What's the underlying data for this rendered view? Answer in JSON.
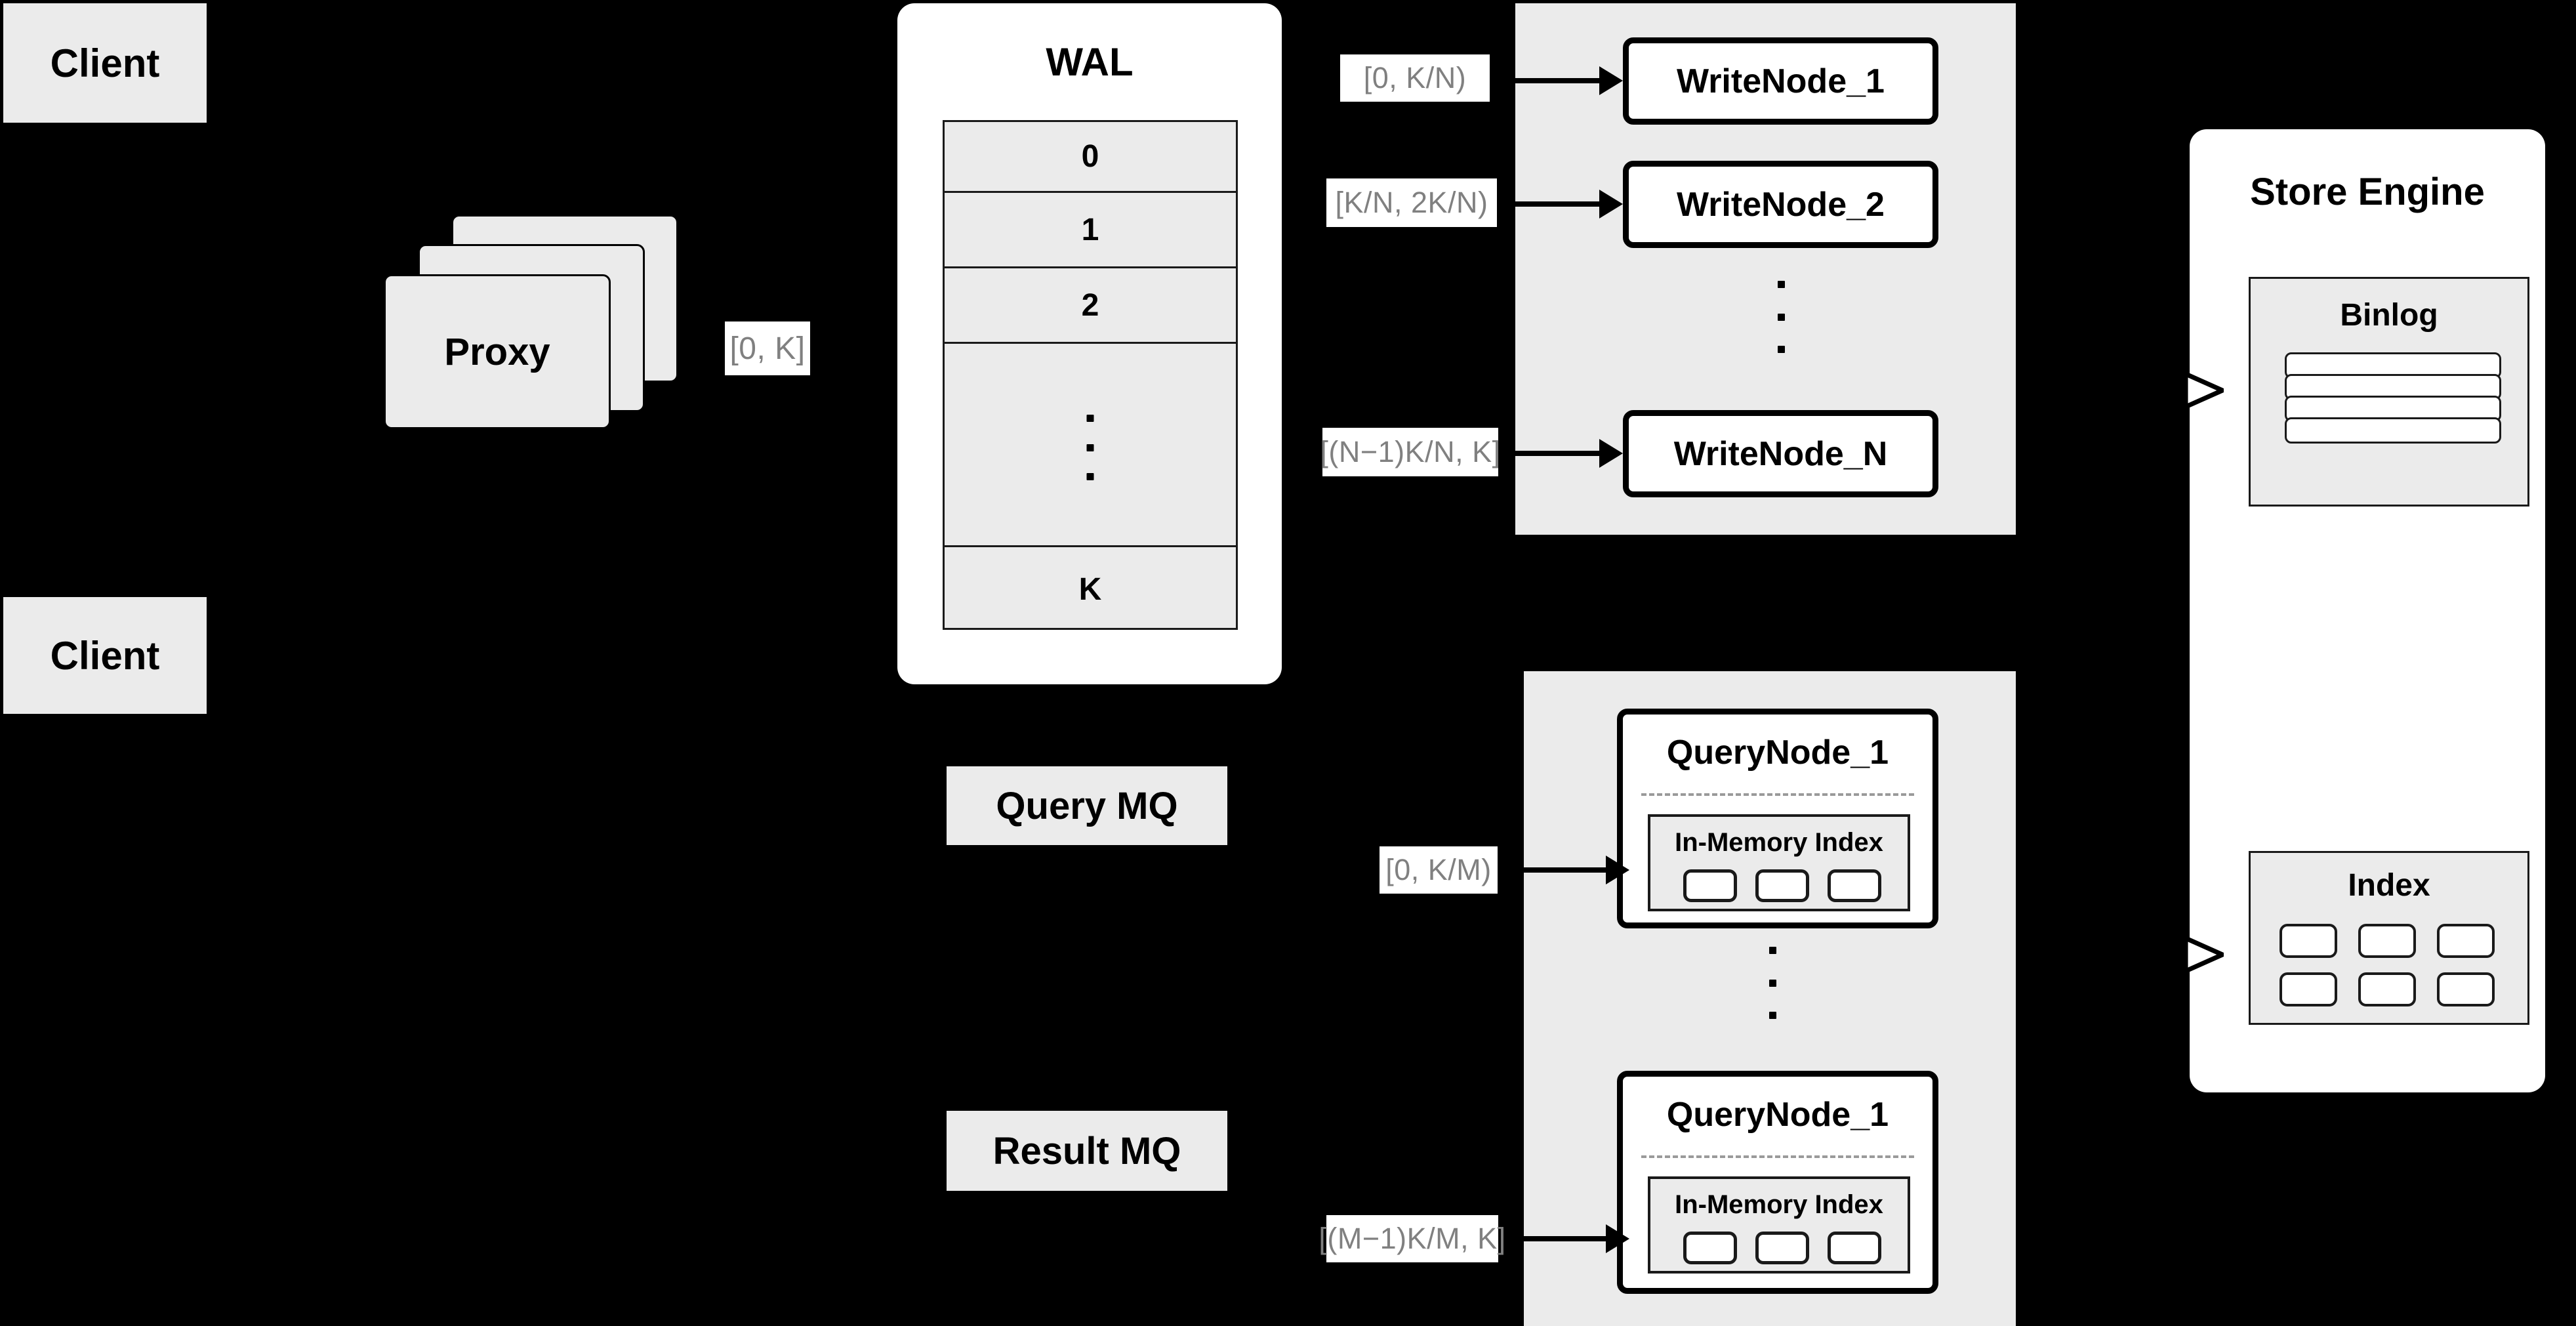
{
  "diagram": {
    "background_color": "#000000",
    "panel_color": "#ebebeb",
    "white_color": "#ffffff",
    "label_text_color": "#808080"
  },
  "clients": [
    {
      "label": "Client"
    },
    {
      "label": "Client"
    }
  ],
  "proxy": {
    "label": "Proxy",
    "stack_count": 3
  },
  "wal": {
    "title": "WAL",
    "rows": [
      "0",
      "1",
      "2",
      "",
      "K"
    ],
    "ellipsis_row_index": 3,
    "ellipsis_dots": 3
  },
  "edge_labels": {
    "proxy_to_wal": "[0, K]",
    "write_node_1": "[0,  K/N)",
    "write_node_2": "[K/N, 2K/N)",
    "write_node_n": "[(N−1)K/N,  K]",
    "query_node_1": "[0, K/M)",
    "query_node_m": "[(M−1)K/M, K]"
  },
  "write_cluster": {
    "nodes": [
      {
        "label": "WriteNode_1"
      },
      {
        "label": "WriteNode_2"
      },
      {
        "label": "WriteNode_N"
      }
    ],
    "ellipsis_dots": 3
  },
  "query_cluster": {
    "nodes": [
      {
        "label": "QueryNode_1",
        "index_title": "In-Memory Index",
        "index_cells": 3
      },
      {
        "label": "QueryNode_1",
        "index_title": "In-Memory Index",
        "index_cells": 3
      }
    ],
    "ellipsis_dots": 3
  },
  "message_queues": [
    {
      "label": "Query MQ"
    },
    {
      "label": "Result MQ"
    }
  ],
  "store_engine": {
    "title": "Store Engine",
    "binlog": {
      "title": "Binlog",
      "bar_count": 4
    },
    "index": {
      "title": "Index",
      "rows": 2,
      "cols": 3
    }
  }
}
